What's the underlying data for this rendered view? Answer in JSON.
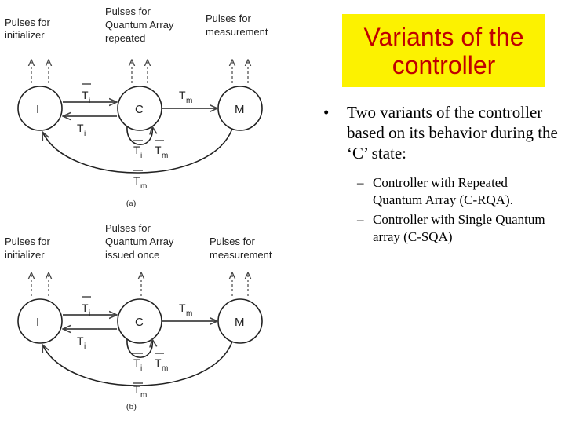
{
  "title": {
    "line1": "Variants of the",
    "line2": "controller"
  },
  "bullet": {
    "marker": "•",
    "text": "Two variants of the controller based on its behavior during the ‘C’ state:"
  },
  "sub_bullets": [
    {
      "marker": "–",
      "text": "Controller with Repeated Quantum Array (C-RQA)."
    },
    {
      "marker": "–",
      "text": "Controller with Single Quantum array (C-SQA)"
    }
  ],
  "diagram_a": {
    "label_init_1": "Pulses for",
    "label_init_2": "initializer",
    "label_qa_1": "Pulses for",
    "label_qa_2": "Quantum Array",
    "label_qa_3": "repeated",
    "label_meas_1": "Pulses for",
    "label_meas_2": "measurement",
    "node_i": "I",
    "node_c": "C",
    "node_m": "M",
    "t_i_bar": "T",
    "t_i_bar_sub": "i",
    "t_i": "T",
    "t_i_sub": "i",
    "t_m_cm": "T",
    "t_m_cm_sub": "m",
    "loop_ti": "T",
    "loop_ti_sub": "i",
    "loop_tm": "T",
    "loop_tm_sub": "m",
    "back_tm": "T",
    "back_tm_sub": "m",
    "caption": "(a)"
  },
  "diagram_b": {
    "label_init_1": "Pulses for",
    "label_init_2": "initializer",
    "label_qa_1": "Pulses for",
    "label_qa_2": "Quantum Array",
    "label_qa_3": "issued once",
    "label_meas_1": "Pulses for",
    "label_meas_2": "measurement",
    "node_i": "I",
    "node_c": "C",
    "node_m": "M",
    "t_i_bar": "T",
    "t_i_bar_sub": "i",
    "t_i": "T",
    "t_i_sub": "i",
    "t_m_cm": "T",
    "t_m_cm_sub": "m",
    "loop_ti": "T",
    "loop_ti_sub": "i",
    "loop_tm": "T",
    "loop_tm_sub": "m",
    "back_tm": "T",
    "back_tm_sub": "m",
    "caption": "(b)"
  }
}
